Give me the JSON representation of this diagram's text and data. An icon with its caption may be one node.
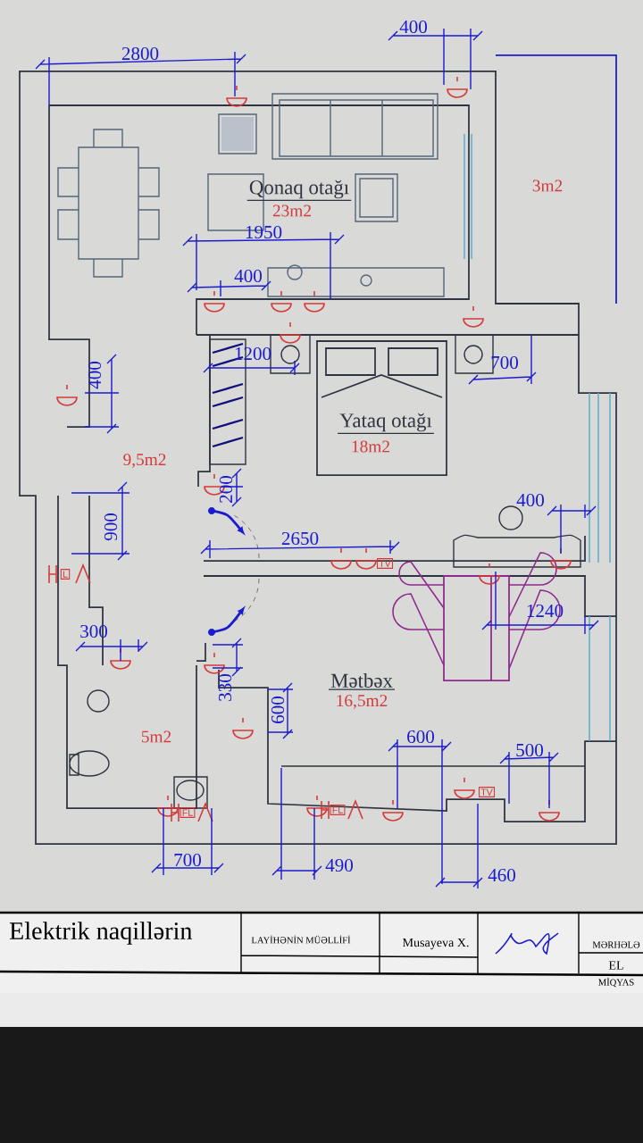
{
  "diagram": {
    "labels": [
      "400",
      "2800",
      "Qonaq otağı",
      "3m2",
      "23m2",
      "1950",
      "400",
      "1200",
      "400",
      "700",
      "Yataq otağı",
      "18m2",
      "9,5m2",
      "200",
      "400",
      "900",
      "2650",
      "L",
      "TV",
      "1240",
      "300",
      "330",
      "Mətbəx",
      "600",
      "16,5m2",
      "5m2",
      "600",
      "500",
      "FL",
      "FL",
      "TV",
      "700",
      "490",
      "460",
      "Elektrik naqillərin",
      "LAYİHƏNİN MÜƏLLİFİ",
      "Musayeva X.",
      "MƏRHƏLƏ",
      "EL",
      "MİQYAS"
    ]
  }
}
